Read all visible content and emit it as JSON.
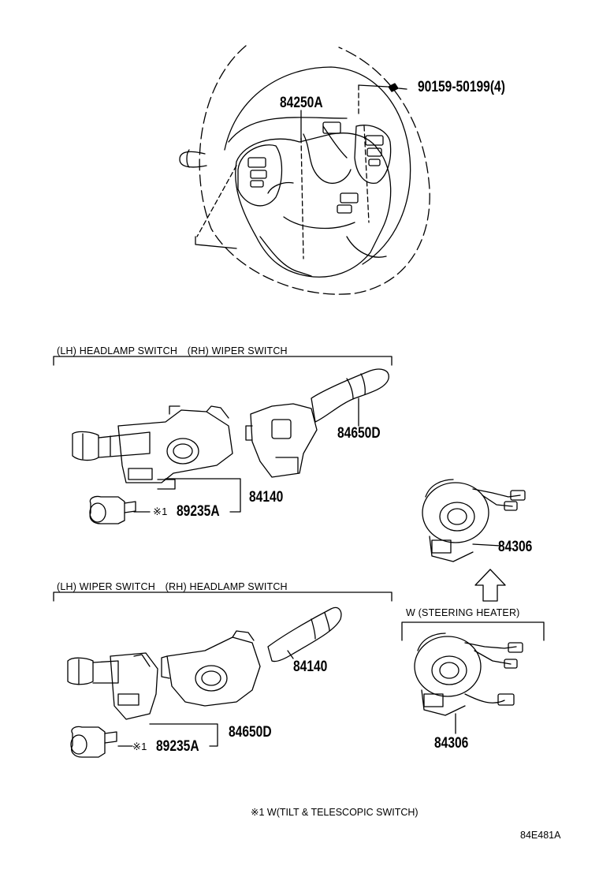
{
  "parts": {
    "steering_switch": "84250A",
    "screw": "90159-50199(4)",
    "upper_rh_switch": "84650D",
    "upper_lh_switch": "84140",
    "upper_tilt_switch": "89235A",
    "spiral_cable": "84306",
    "lower_rh_switch": "84140",
    "lower_lh_switch": "84650D",
    "lower_tilt_switch": "89235A",
    "spiral_cable_heater": "84306"
  },
  "captions": {
    "upper_group": "(LH) HEADLAMP SWITCH　(RH) WIPER SWITCH",
    "lower_group": "(LH) WIPER SWITCH　(RH) HEADLAMP SWITCH",
    "heater_group": "W (STEERING HEATER)",
    "marker": "※1"
  },
  "footnote": "※1 W(TILT & TELESCOPIC SWITCH)",
  "figure_code": "84E481A"
}
